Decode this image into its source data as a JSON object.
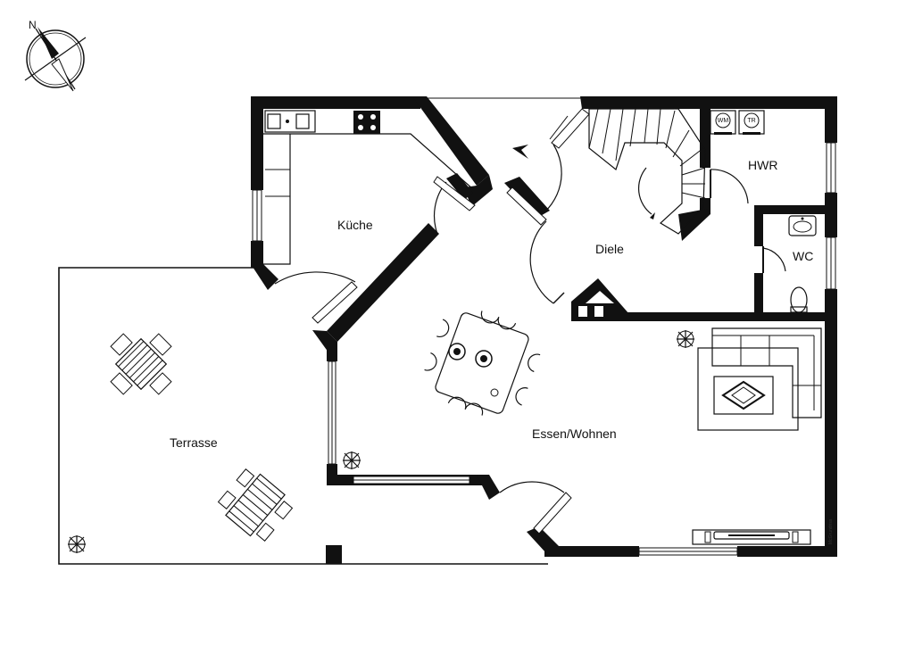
{
  "compass": {
    "north_label": "N"
  },
  "rooms": {
    "kueche": "Küche",
    "diele": "Diele",
    "hwr": "HWR",
    "wc": "WC",
    "terrasse": "Terrasse",
    "essen_wohnen": "Essen/Wohnen"
  },
  "appliances": {
    "washer": "WM",
    "dryer": "TR"
  },
  "watermark": "McGrundriss"
}
